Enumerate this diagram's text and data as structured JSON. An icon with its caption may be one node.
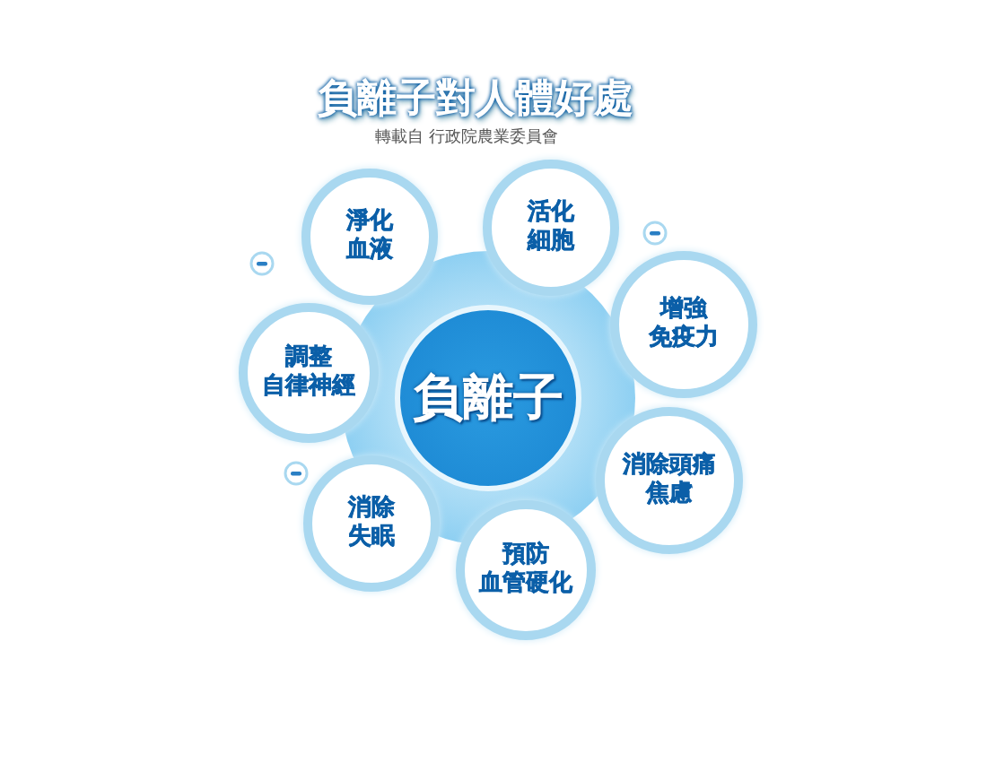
{
  "diagram": {
    "title": "負離子對人體好處",
    "nodes": [
      {
        "text": [
          "負離子"
        ]
      },
      {
        "text": [
          "淨化血液"
        ]
      },
      {
        "text": [
          "活化細胞"
        ]
      },
      {
        "text": [
          "增強免疫力"
        ]
      },
      {
        "text": [
          "調整自律神經"
        ]
      },
      {
        "text": [
          "消除頭痛焦慮"
        ]
      },
      {
        "text": [
          "消除失眠"
        ]
      },
      {
        "text": [
          "預防血管硬化"
        ]
      }
    ],
    "labels": [
      "轉載自 行政院農業委員會"
    ]
  }
}
